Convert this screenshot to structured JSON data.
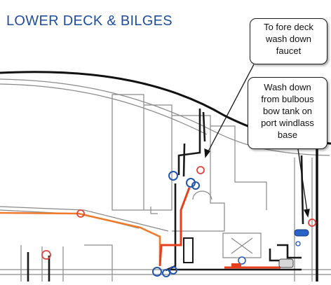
{
  "title": "LOWER DECK & BILGES",
  "callouts": [
    {
      "lines": [
        "To fore deck",
        "wash down",
        "faucet"
      ]
    },
    {
      "lines": [
        "Wash down",
        "from bulbous",
        "bow tank on",
        "port windlass",
        "base"
      ]
    }
  ],
  "colors": {
    "title": "#1f4e9c",
    "hull_line": "#111111",
    "structure_line": "#888888",
    "hose_orange": "#f07a2a",
    "hose_red": "#e8401c",
    "marker_red": "#e0433a",
    "marker_blue": "#2255b0",
    "component_blue": "#2a63c8"
  }
}
